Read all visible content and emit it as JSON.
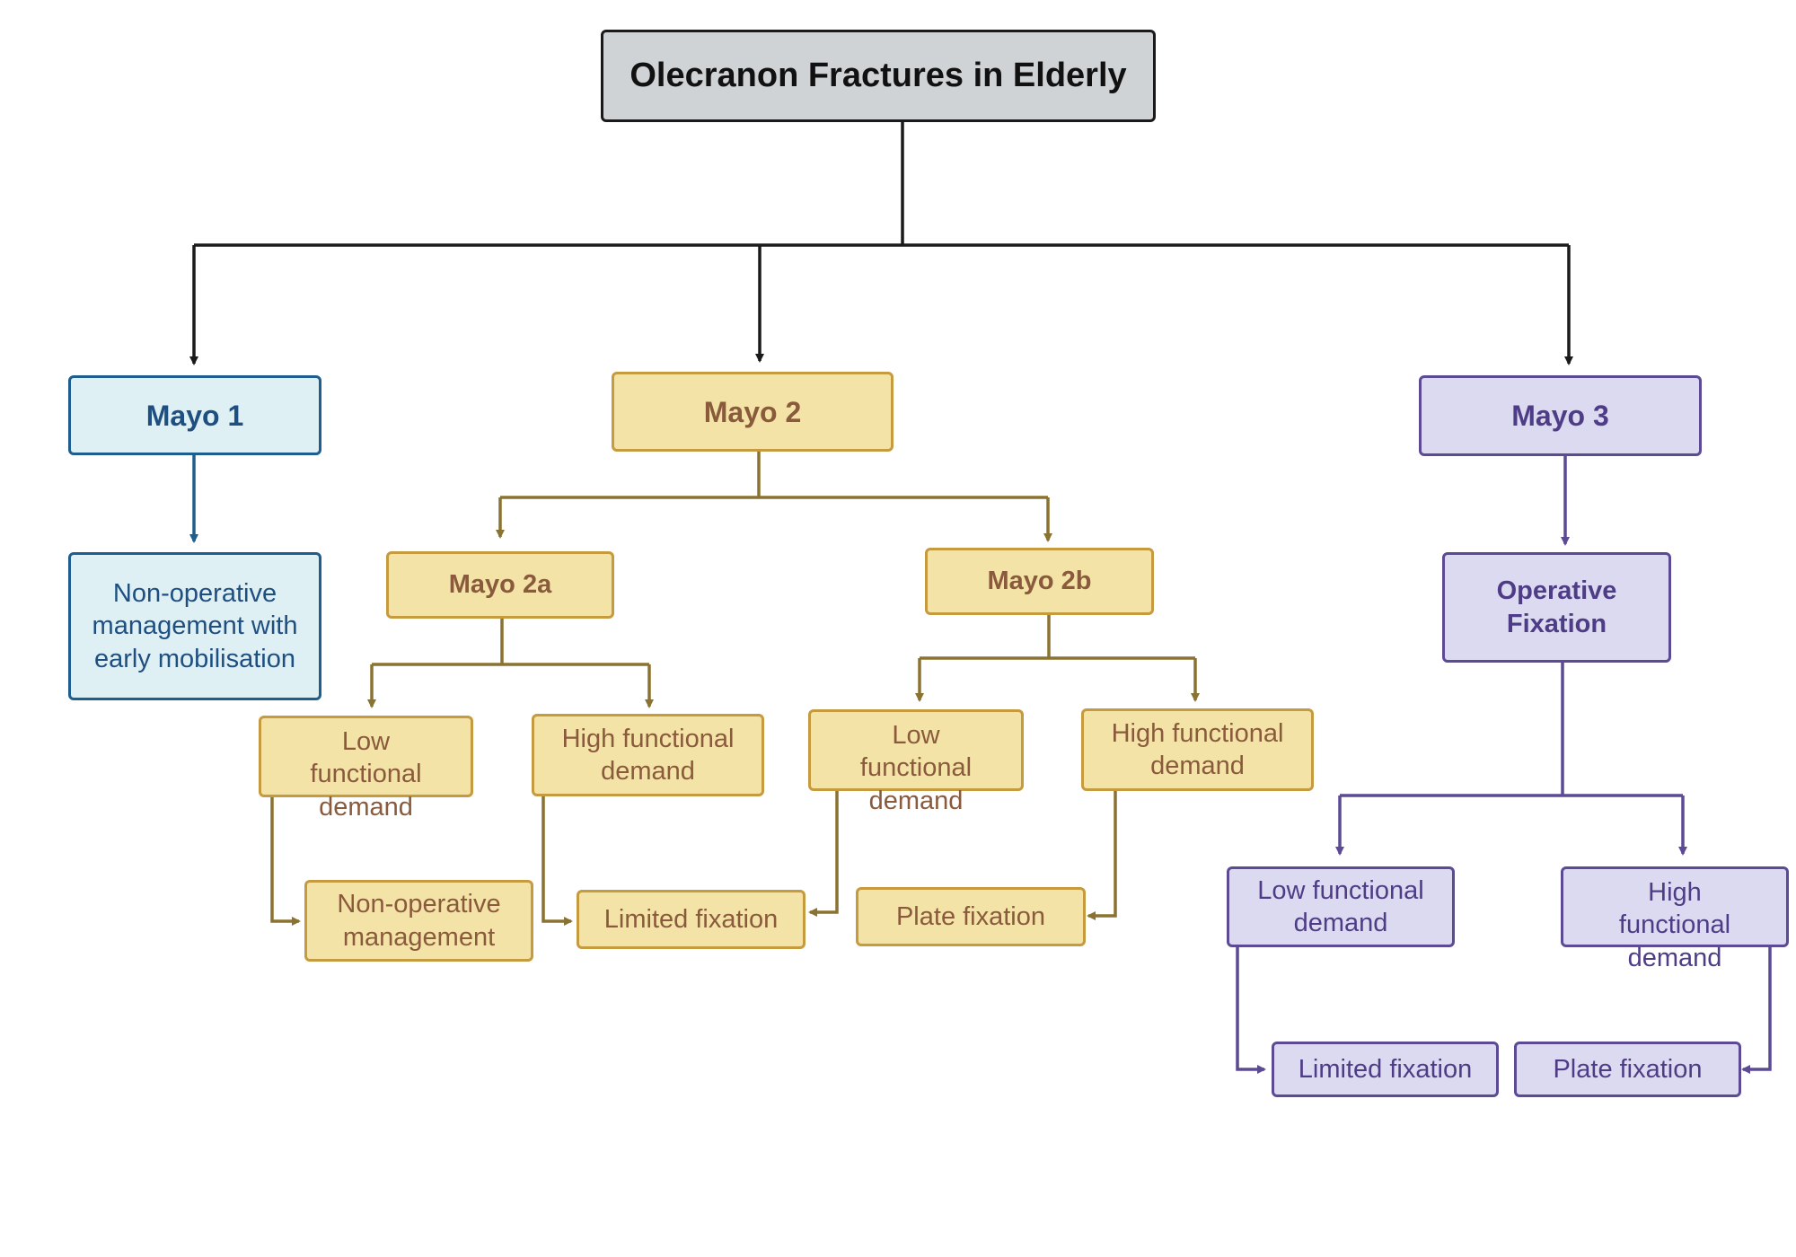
{
  "title": "Olecranon Fractures in Elderly",
  "mayo1": {
    "label": "Mayo 1",
    "treatment": "Non-operative management with early mobilisation"
  },
  "mayo2": {
    "label": "Mayo 2",
    "a": {
      "label": "Mayo 2a",
      "low": "Low functional demand",
      "high": "High functional demand",
      "low_treatment": "Non-operative management",
      "high_treatment": "Limited fixation"
    },
    "b": {
      "label": "Mayo 2b",
      "low": "Low functional demand",
      "high": "High functional demand",
      "low_treatment": "Limited fixation",
      "high_treatment": "Plate fixation"
    }
  },
  "mayo3": {
    "label": "Mayo 3",
    "treatment": "Operative Fixation",
    "low": "Low functional demand",
    "high": "High functional demand",
    "low_treatment": "Limited fixation",
    "high_treatment": "Plate fixation"
  },
  "colors": {
    "mayo1_fill": "#dff0f5",
    "mayo1_stroke": "#1e5e8e",
    "mayo2_fill": "#f4e3a6",
    "mayo2_stroke": "#c69a3e",
    "mayo2_text": "#8a5a3c",
    "mayo3_fill": "#dcdaf0",
    "mayo3_stroke": "#5c4a95",
    "root_fill": "#d0d3d6"
  }
}
